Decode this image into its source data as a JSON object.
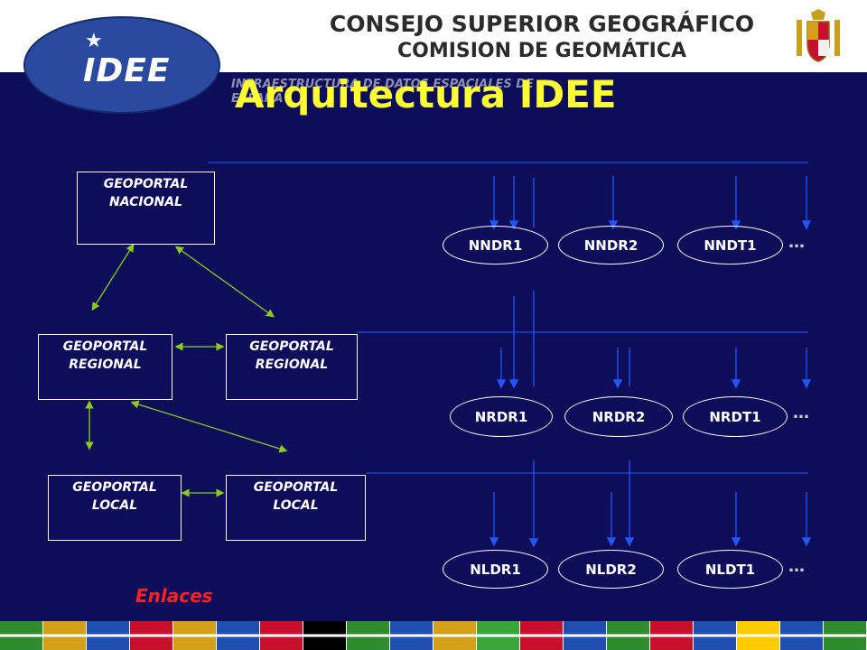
{
  "header": {
    "org_line1": "CONSEJO SUPERIOR GEOGRÁFICO",
    "org_line2": "COMISION  DE GEOMÁTICA",
    "logo_text": "IDEE",
    "logo_subtitle": "INFRAESTRUCTURA DE DATOS ESPACIALES DE ESPAÑA"
  },
  "title": "Arquitectura IDEE",
  "portals": {
    "nacional": "GEOPORTAL\nNACIONAL",
    "regional_1": "GEOPORTAL\nREGIONAL",
    "regional_2": "GEOPORTAL\nREGIONAL",
    "local_1": "GEOPORTAL\nLOCAL",
    "local_2": "GEOPORTAL\nLOCAL"
  },
  "nodes": {
    "national": [
      "NNDR1",
      "NNDR2",
      "NNDT1"
    ],
    "regional": [
      "NRDR1",
      "NRDR2",
      "NRDT1"
    ],
    "local": [
      "NLDR1",
      "NLDR2",
      "NLDT1"
    ],
    "ellipsis": "…"
  },
  "legend": {
    "enlaces": "Enlaces"
  },
  "colors": {
    "background": "#0d0d5a",
    "title": "#ffff33",
    "link_arrows": "#88cc22",
    "data_arrows": "#2255ff",
    "enlaces": "#ff2222"
  },
  "flag_colors": [
    "#2e8b2e",
    "#d4a017",
    "#1f4fb0",
    "#c8102e",
    "#d4a017",
    "#1f4fb0",
    "#c8102e",
    "#000000",
    "#2e8b2e",
    "#1f4fb0",
    "#d4a017",
    "#3aa63a",
    "#c8102e",
    "#1f4fb0",
    "#2e8b2e",
    "#c8102e",
    "#1f4fb0",
    "#ffcc00",
    "#1f4fb0",
    "#2e8b2e"
  ]
}
